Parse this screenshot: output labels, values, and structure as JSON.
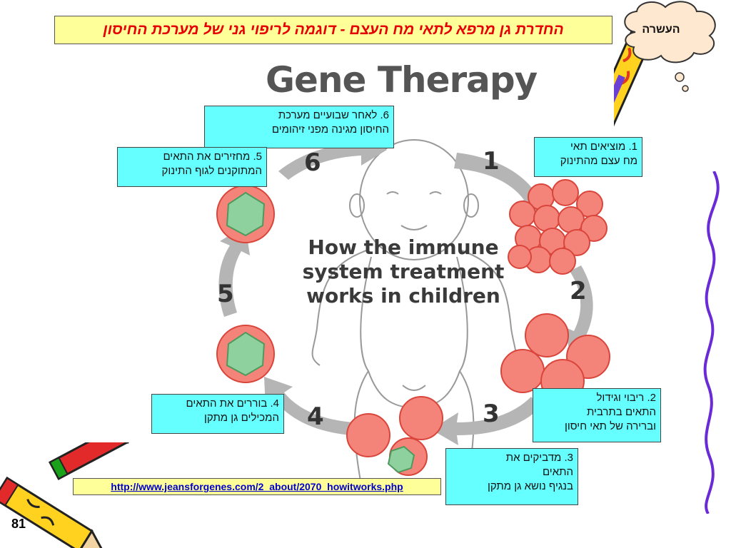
{
  "title": "החדרת גן מרפא לתאי מח העצם - דוגמה לריפוי גני של מערכת החיסון",
  "cloud_label": "העשרה",
  "figure": {
    "heading": "Gene Therapy",
    "center_lines": [
      "How the immune",
      "system treatment",
      "works in children"
    ],
    "step_numbers": [
      "1",
      "2",
      "3",
      "4",
      "5",
      "6"
    ]
  },
  "captions": {
    "step1": [
      "1. מוציאים תאי",
      "מח עצם מהתינוק"
    ],
    "step2": [
      "2. ריבוי וגידול",
      "התאים בתרבית",
      "וברירה של תאי חיסון"
    ],
    "step3": [
      "3. מדביקים את",
      "התאים",
      "בנגיף נושא גן מתקן"
    ],
    "step4": [
      "4. בוררים את התאים",
      "המכילים גן מתקן"
    ],
    "step5": [
      "5. מחזירים את התאים",
      "המתוקנים לגוף התינוק"
    ],
    "step6": [
      "6. לאחר שבועיים מערכת",
      "החיסון מגינה מפני זיהומים"
    ]
  },
  "url": "http://www.jeansforgenes.com/2_about/2070_howitworks.php",
  "page_number": "81",
  "colors": {
    "title_bg": "#ffff99",
    "title_text": "#e60000",
    "caption_bg": "#66ffff",
    "cell_fill": "#f4847a",
    "cell_stroke": "#d9453a",
    "hexagon_fill": "#8fd19e",
    "arrow_gray": "#b5b5b5",
    "link": "#0000cc"
  }
}
